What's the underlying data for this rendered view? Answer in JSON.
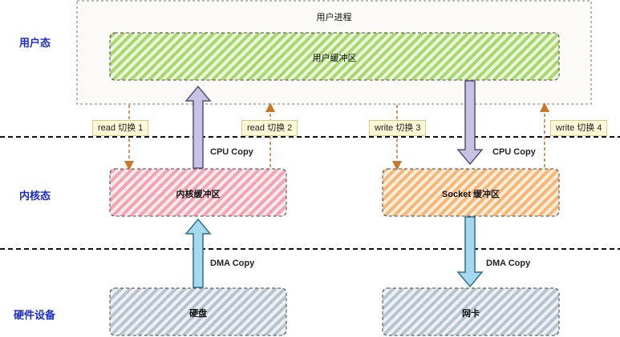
{
  "layers": {
    "user": "用户态",
    "kernel": "内核态",
    "hardware": "硬件设备"
  },
  "process": {
    "title": "用户进程",
    "buffer": "用户缓冲区"
  },
  "kernel": {
    "buffer": "内核缓冲区",
    "socket_buffer": "Socket 缓冲区"
  },
  "devices": {
    "disk": "硬盘",
    "nic": "网卡"
  },
  "copies": {
    "cpu_left": "CPU Copy",
    "cpu_right": "CPU Copy",
    "dma_left": "DMA Copy",
    "dma_right": "DMA Copy"
  },
  "switches": [
    "read 切换 1",
    "read 切换 2",
    "write 切换 3",
    "write 切换 4"
  ],
  "colors": {
    "user_buffer": "#a6d96a",
    "kernel_buffer": "#f4a3b0",
    "socket_buffer": "#f9b572",
    "device": "#b7c4cf",
    "cpu_arrow": "#c9c3e3",
    "dma_arrow": "#a6d8ef",
    "switch_arrow": "#c8782a",
    "layer_text": "#1a2bd6"
  }
}
